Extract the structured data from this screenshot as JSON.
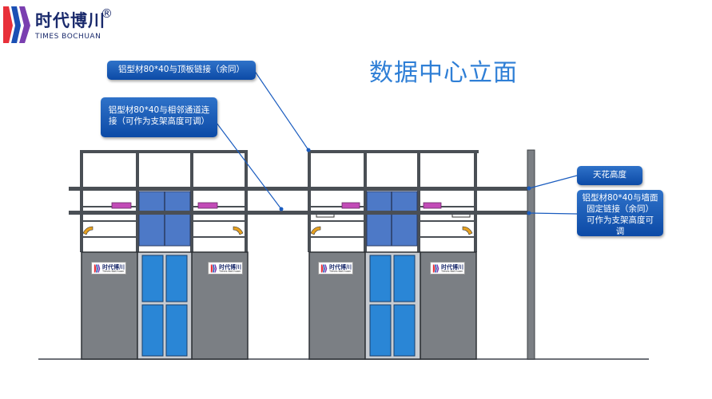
{
  "brand": {
    "name_cn": "时代博川",
    "name_en": "TIMES BOCHUAN",
    "registered_mark": "®",
    "logo_colors": [
      "#e8303a",
      "#1a4fb4",
      "#7a3fb0"
    ]
  },
  "title": "数据中心立面",
  "callouts": {
    "top_plate": "铝型材80*40与顶板链接（余同）",
    "adjacent_aisle_line1": "铝型材80*40与相邻通道连",
    "adjacent_aisle_line2": "接（可作为支架高度可调）",
    "ceiling_height": "天花高度",
    "wall_fix_line1": "铝型材80*40与墙面",
    "wall_fix_line2": "固定链接（余同）",
    "wall_fix_line3": "可作为支架高度可",
    "wall_fix_line4": "调"
  },
  "rack_logo": {
    "name_cn": "时代博川",
    "name_en": "Times BoChuan"
  },
  "colors": {
    "callout": "#1a5cbf",
    "frame": "#4a4f55",
    "rack_panel": "#7b7f84",
    "door_blue": "#2a86d6",
    "door_upper": "#4d79c7",
    "title_blue": "#2f7fd6",
    "tray_magenta": "#c24bb7"
  }
}
